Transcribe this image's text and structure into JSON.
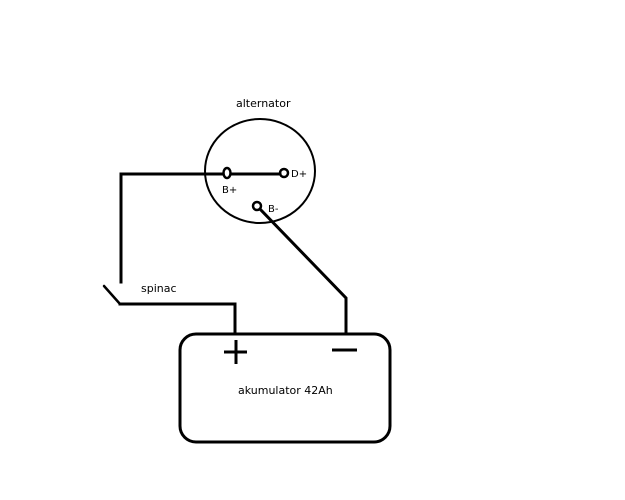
{
  "diagram": {
    "alternator": {
      "label": "alternator",
      "terminals": {
        "b_plus": "B+",
        "d_plus": "D+",
        "b_minus": "B-"
      }
    },
    "switch": {
      "label": "spinac"
    },
    "battery": {
      "label": "akumulator 42Ah",
      "plus_symbol": "+",
      "minus_symbol": "−"
    }
  },
  "colors": {
    "ink": "#000000",
    "background": "#ffffff"
  }
}
